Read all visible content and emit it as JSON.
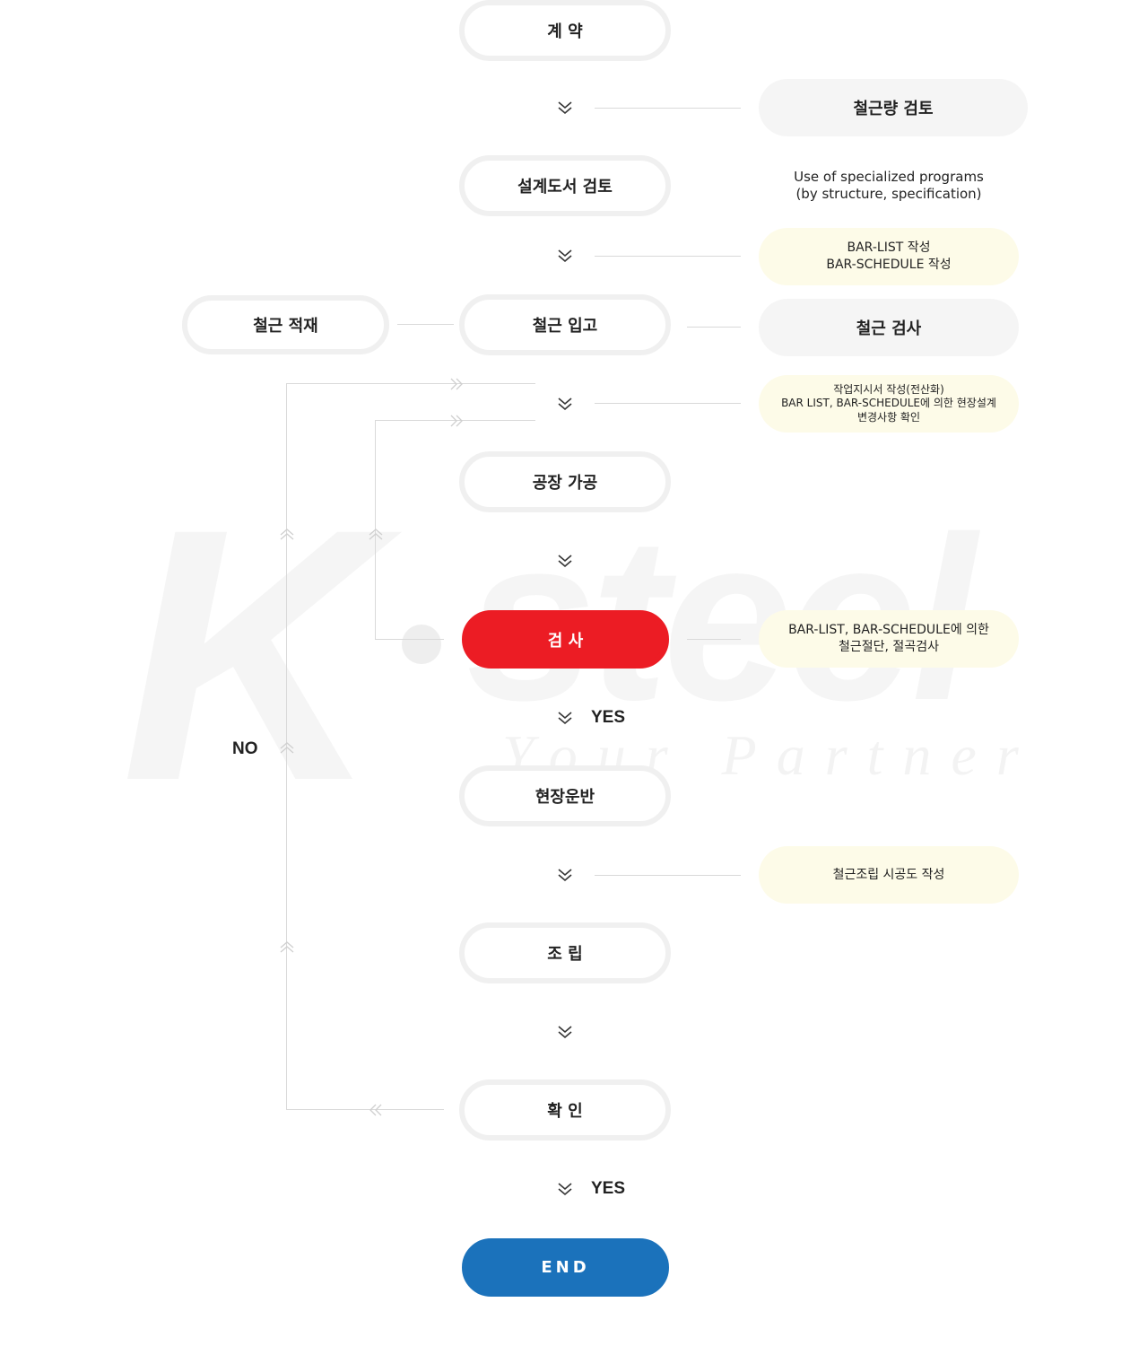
{
  "nodes": {
    "contract": "계 약",
    "design_review": "설계도서 검토",
    "rebar_receiving": "철근 입고",
    "rebar_loading": "철근 적재",
    "factory_processing": "공장 가공",
    "inspection": "검 사",
    "site_transport": "현장운반",
    "assembly": "조 립",
    "confirm": "확 인",
    "end": "END"
  },
  "side": {
    "rebar_quantity_review": "철근량 검토",
    "programs_line1": "Use of specialized programs",
    "programs_line2": "(by structure, specification)",
    "barlist_line1": "BAR-LIST 작성",
    "barlist_line2": "BAR-SCHEDULE 작성",
    "rebar_inspection": "철근 검사",
    "work_order_line1": "작업지시서 작성(전산화)",
    "work_order_line2": "BAR LIST, BAR-SCHEDULE에 의한 현장설계",
    "work_order_line3": "변경사항 확인",
    "cut_check_line1": "BAR-LIST, BAR-SCHEDULE에 의한",
    "cut_check_line2": "철근절단, 절곡검사",
    "assembly_drawing": "철근조립 시공도 작성"
  },
  "labels": {
    "yes": "YES",
    "no": "NO"
  },
  "watermark": {
    "brand_k": "K",
    "brand_steel": "steel",
    "tagline": "Your Partner"
  },
  "colors": {
    "inspection": "#ec1c24",
    "end": "#1b72bb",
    "node_border": "#f0f0f0",
    "gray_box": "#f5f5f5",
    "cream_box": "#fdfbe8",
    "connector": "#d9d9d9"
  }
}
